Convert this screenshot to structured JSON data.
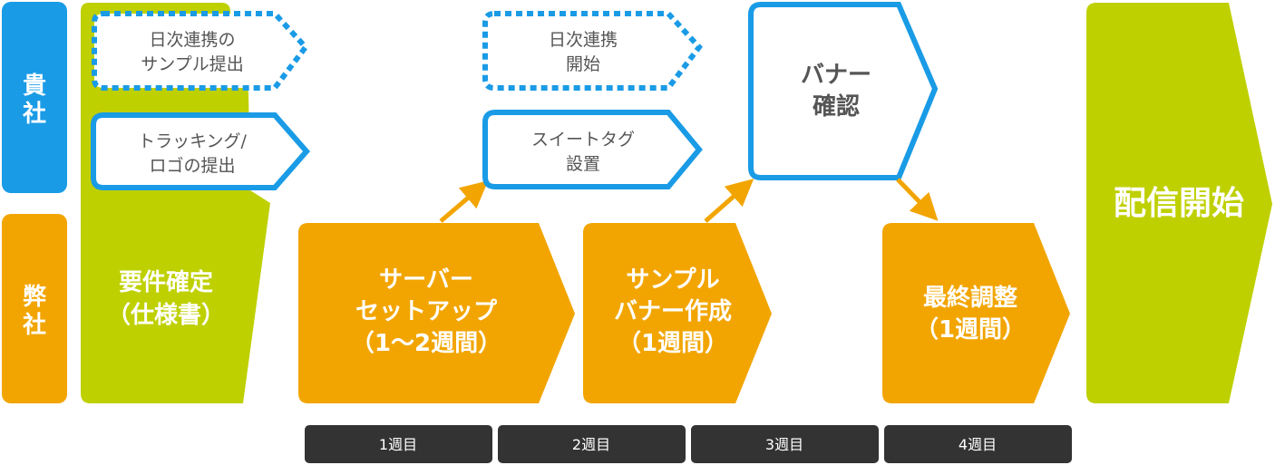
{
  "colors": {
    "client_blue": "#1a9be6",
    "our_orange": "#f2a500",
    "green": "#bfd000",
    "dark": "#333333",
    "text_gray": "#555555",
    "white": "#ffffff"
  },
  "lanes": {
    "client": [
      "貴",
      "社"
    ],
    "ours": [
      "弊",
      "社"
    ]
  },
  "client_tasks": {
    "daily_sample": [
      "日次連携の",
      "サンプル提出"
    ],
    "tracking_logo": [
      "トラッキング/",
      "ロゴの提出"
    ],
    "daily_start": [
      "日次連携",
      "開始"
    ],
    "site_tag": [
      "スイートタグ",
      "設置"
    ],
    "banner_check": [
      "バナー",
      "確認"
    ]
  },
  "our_tasks": {
    "requirements": [
      "要件確定",
      "（仕様書）"
    ],
    "server_setup": [
      "サーバー",
      "セットアップ",
      "（1～2週間）"
    ],
    "sample_banner": [
      "サンプル",
      "バナー作成",
      "（1週間）"
    ],
    "final_adjust": [
      "最終調整",
      "（1週間）"
    ]
  },
  "delivery_start": "配信開始",
  "weeks": [
    "1週目",
    "2週目",
    "3週目",
    "4週目"
  ]
}
